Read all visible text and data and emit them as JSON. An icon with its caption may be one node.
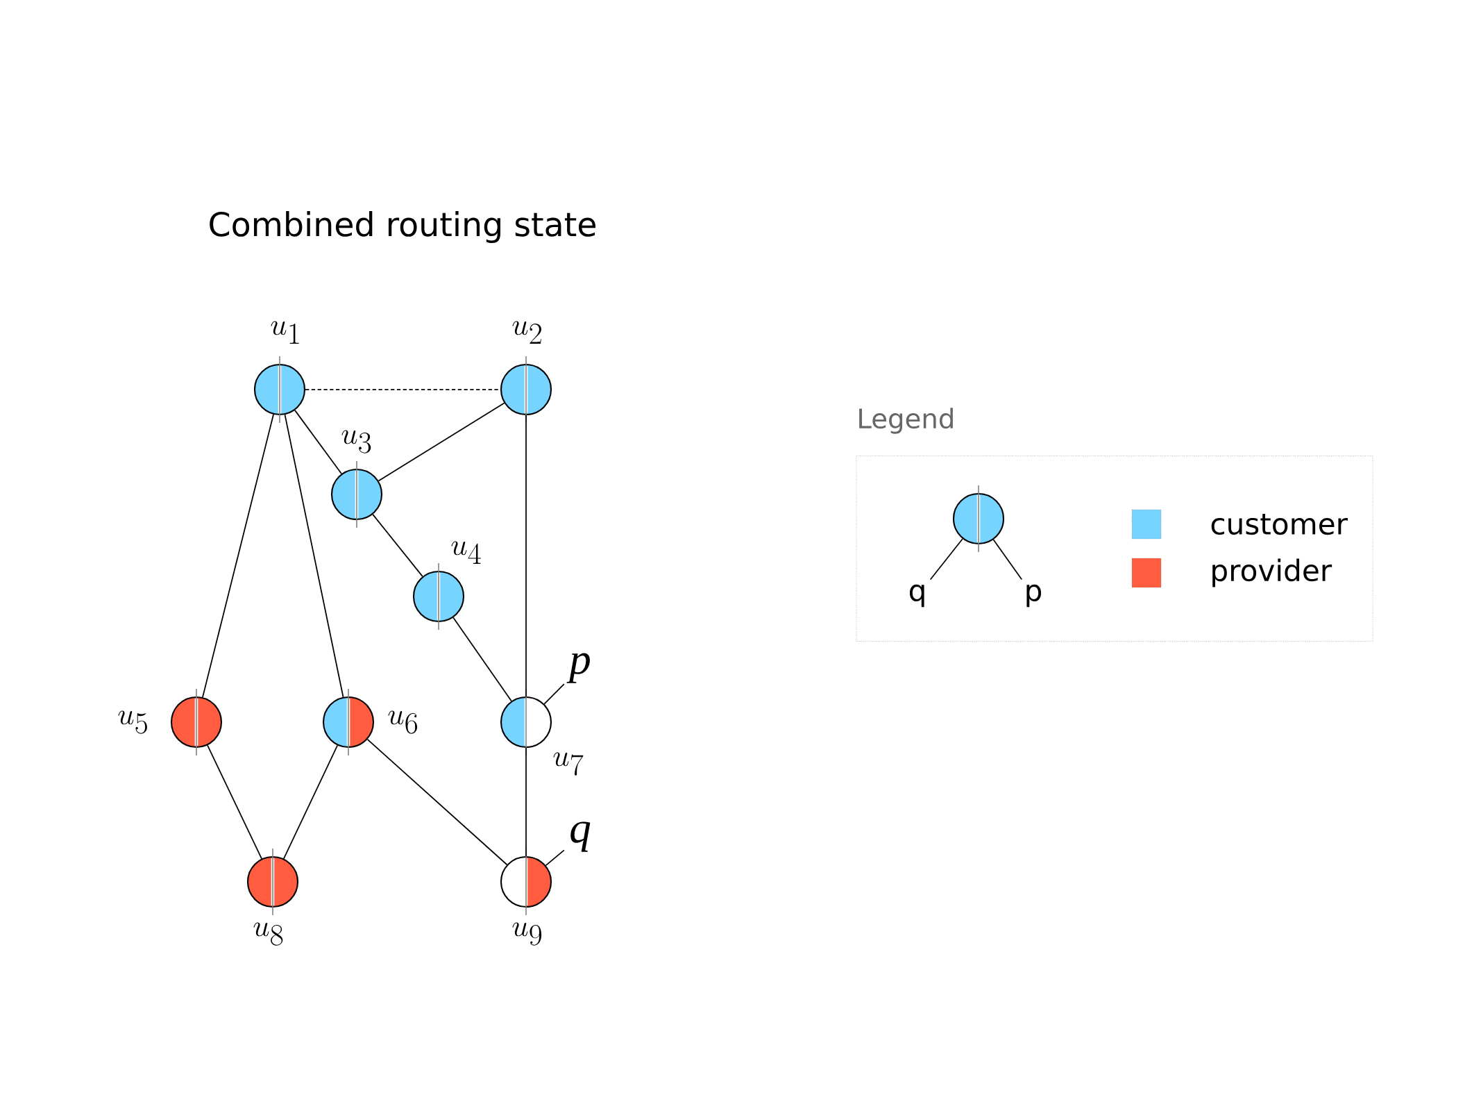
{
  "diagram": {
    "title": "Combined routing state",
    "nodes": [
      {
        "text": [],
        "shape": "circle",
        "beside": [
          "u_1"
        ]
      },
      {
        "text": [],
        "shape": "circle",
        "beside": [
          "u_2"
        ]
      },
      {
        "text": [],
        "shape": "circle",
        "beside": [
          "u_3"
        ]
      },
      {
        "text": [],
        "shape": "circle",
        "beside": [
          "u_4"
        ]
      },
      {
        "text": [],
        "shape": "circle",
        "beside": [
          "u_5"
        ]
      },
      {
        "text": [],
        "shape": "circle",
        "beside": [
          "u_6"
        ]
      },
      {
        "text": [],
        "shape": "circle",
        "beside": [
          "u_7"
        ]
      },
      {
        "text": [],
        "shape": "circle",
        "beside": [
          "u_8"
        ]
      },
      {
        "text": [],
        "shape": "circle",
        "beside": [
          "u_9"
        ]
      },
      {
        "text": [
          "p"
        ]
      },
      {
        "text": [
          "q"
        ]
      },
      {
        "text": [
          "Legend"
        ]
      },
      {
        "text": [],
        "shape": "circle",
        "in": 11
      },
      {
        "text": [
          "q"
        ],
        "in": 11
      },
      {
        "text": [
          "p"
        ],
        "in": 11
      }
    ],
    "edges": [
      {
        "from": 0,
        "to": 1,
        "arrow": "none",
        "style": "dashed"
      },
      {
        "from": 0,
        "to": 2,
        "arrow": "none"
      },
      {
        "from": 1,
        "to": 2,
        "arrow": "none"
      },
      {
        "from": 2,
        "to": 3,
        "arrow": "none"
      },
      {
        "from": 3,
        "to": 6,
        "arrow": "none"
      },
      {
        "from": 1,
        "to": 6,
        "arrow": "none"
      },
      {
        "from": 0,
        "to": 4,
        "arrow": "none"
      },
      {
        "from": 0,
        "to": 5,
        "arrow": "none"
      },
      {
        "from": 4,
        "to": 7,
        "arrow": "none"
      },
      {
        "from": 5,
        "to": 7,
        "arrow": "none"
      },
      {
        "from": 5,
        "to": 8,
        "arrow": "none"
      },
      {
        "from": 6,
        "to": 8,
        "arrow": "none"
      },
      {
        "from": 9,
        "to": 6,
        "arrow": "none"
      },
      {
        "from": 10,
        "to": 8,
        "arrow": "none"
      },
      {
        "from": 13,
        "to": 12,
        "arrow": "none"
      },
      {
        "from": 14,
        "to": 12,
        "arrow": "none"
      }
    ],
    "legend": [
      {
        "text": "customer",
        "color": "#77d4ff"
      },
      {
        "text": "provider",
        "color": "#ff5c40"
      }
    ]
  }
}
